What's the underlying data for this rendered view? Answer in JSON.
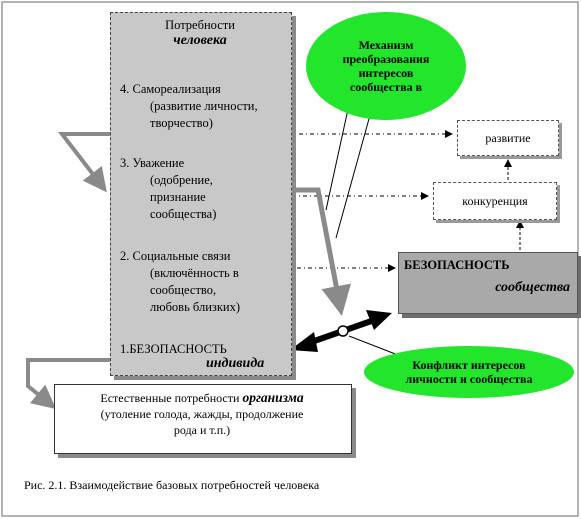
{
  "needs": {
    "title": "Потребности",
    "title_em": "человека",
    "level4_title": "4. Самореализация",
    "level4_l1": "(развитие личности,",
    "level4_l2": "творчество)",
    "level3_title": "3. Уважение",
    "level3_l1": "(одобрение,",
    "level3_l2": "признание",
    "level3_l3": "сообщества)",
    "level2_title": "2. Социальные связи",
    "level2_l1": "(включённость в",
    "level2_l2": "сообщество,",
    "level2_l3": "любовь близких)",
    "level1_title": "1.БЕЗОПАСНОСТЬ",
    "level1_em": "индивида"
  },
  "mechanism": {
    "l1": "Механизм",
    "l2": "преобразования",
    "l3": "интересов",
    "l4": "сообщества в"
  },
  "development_label": "развитие",
  "competition_label": "конкуренция",
  "security": {
    "title": "БЕЗОПАСНОСТЬ",
    "subtitle": "сообщества"
  },
  "conflict": {
    "l1": "Конфликт интересов",
    "l2": "личности и сообщества"
  },
  "organism": {
    "prefix": "Естественные потребности ",
    "em": "организма",
    "l2": "(утоление голода, жажды, продолжение",
    "l3": "рода и т.п.)"
  },
  "caption": "Рис. 2.1. Взаимодействие базовых потребностей человека",
  "colors": {
    "ellipse_green": "#22e52c",
    "box_gray": "#c8c8c8",
    "security_gray": "#a9a9a9",
    "frame_gray": "#9a9a9a"
  }
}
